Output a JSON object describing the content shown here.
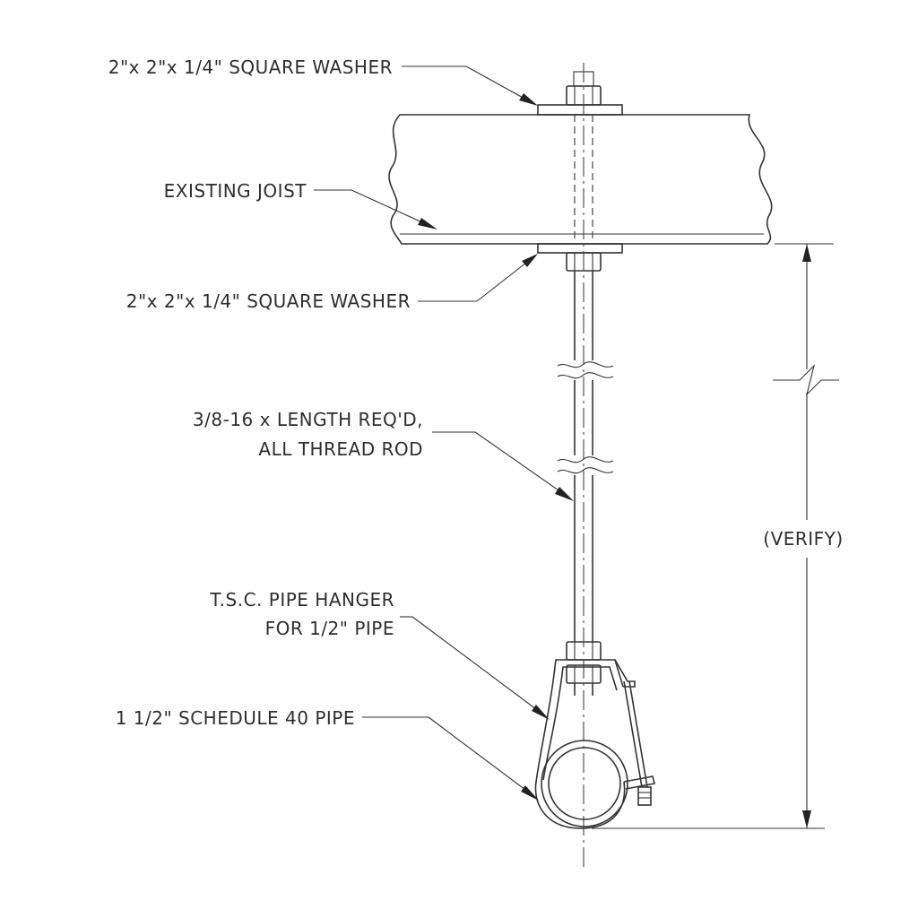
{
  "labels": {
    "top_washer": "2\"x 2\"x 1/4\" SQUARE WASHER",
    "joist": "EXISTING JOIST",
    "bottom_washer": "2\"x 2\"x 1/4\" SQUARE WASHER",
    "rod_line1": "3/8-16 x LENGTH REQ'D,",
    "rod_line2": "ALL THREAD ROD",
    "hanger_line1": "T.S.C. PIPE HANGER",
    "hanger_line2": "FOR 1/2\" PIPE",
    "pipe": "1 1/2\" SCHEDULE 40 PIPE",
    "dimension": "(VERIFY)"
  }
}
